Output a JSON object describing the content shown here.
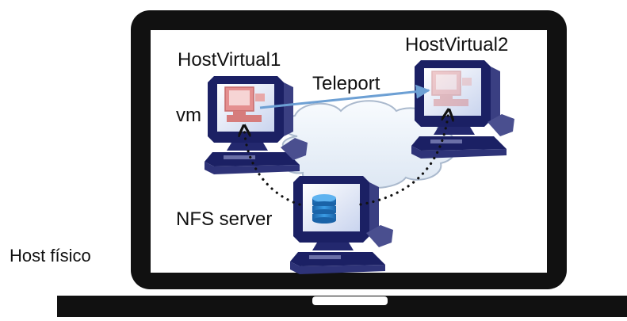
{
  "labels": {
    "host_virtual_1": "HostVirtual1",
    "host_virtual_2": "HostVirtual2",
    "teleport": "Teleport",
    "vm": "vm",
    "nfs_server": "NFS server",
    "host_fisico": "Host físico"
  },
  "colors": {
    "laptop_frame": "#111111",
    "screen": "#ffffff",
    "monitor_body": "#1b2064",
    "monitor_edge": "#4a4f8f",
    "monitor_screen": "#dfe6f7",
    "vm_icon": "#e48f8f",
    "cloud": "#eaf1f9",
    "cloud_edge": "#aab9cd",
    "arrow": "#6da0d4",
    "database": "#1f78c8"
  },
  "icons": {
    "laptop": "laptop-icon",
    "workstation": "workstation-icon",
    "virtual_machine": "virtual-machine-icon",
    "database": "database-icon",
    "network": "network-cloud-icon"
  }
}
